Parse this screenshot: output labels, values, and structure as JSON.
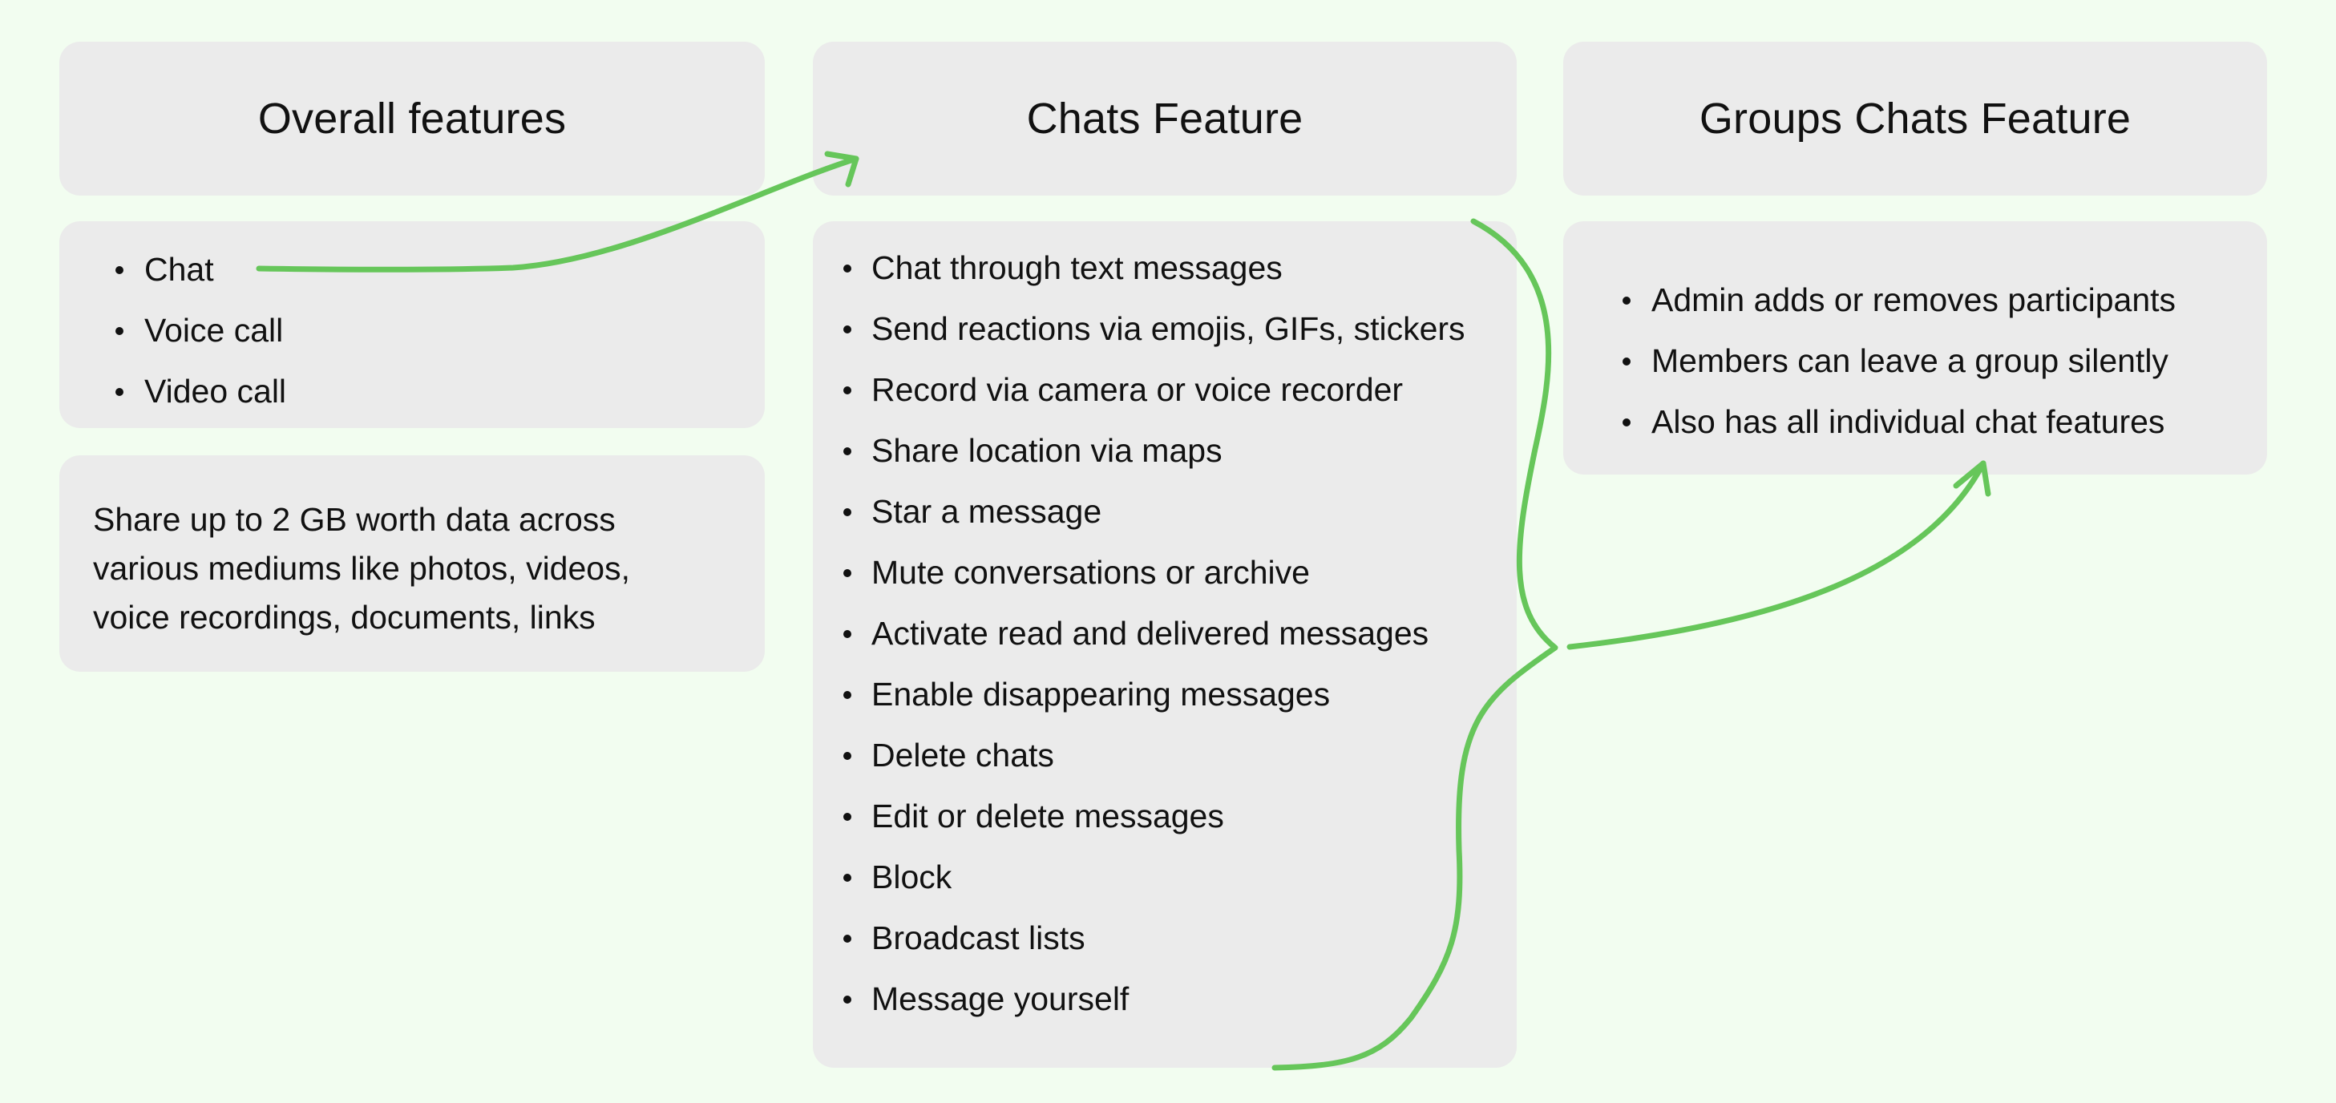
{
  "columns": {
    "overall": {
      "title": "Overall features",
      "items": [
        "Chat",
        "Voice call",
        "Video call"
      ],
      "note": "Share up to 2 GB worth data across\nvarious mediums like photos, videos,\nvoice recordings, documents, links"
    },
    "chats": {
      "title": "Chats Feature",
      "items": [
        "Chat through text messages",
        "Send reactions via emojis, GIFs, stickers",
        "Record via camera or voice recorder",
        "Share location via maps",
        "Star a message",
        "Mute conversations or archive",
        "Activate read and delivered messages",
        "Enable disappearing messages",
        "Delete chats",
        "Edit or delete messages",
        "Block",
        "Broadcast lists",
        "Message yourself"
      ]
    },
    "groups": {
      "title": "Groups Chats Feature",
      "items": [
        "Admin adds or removes participants",
        "Members can leave a group silently",
        "Also has all individual chat features"
      ]
    }
  },
  "colors": {
    "background": "#f2fdf0",
    "card": "#ebebeb",
    "connector": "#66c65a"
  }
}
